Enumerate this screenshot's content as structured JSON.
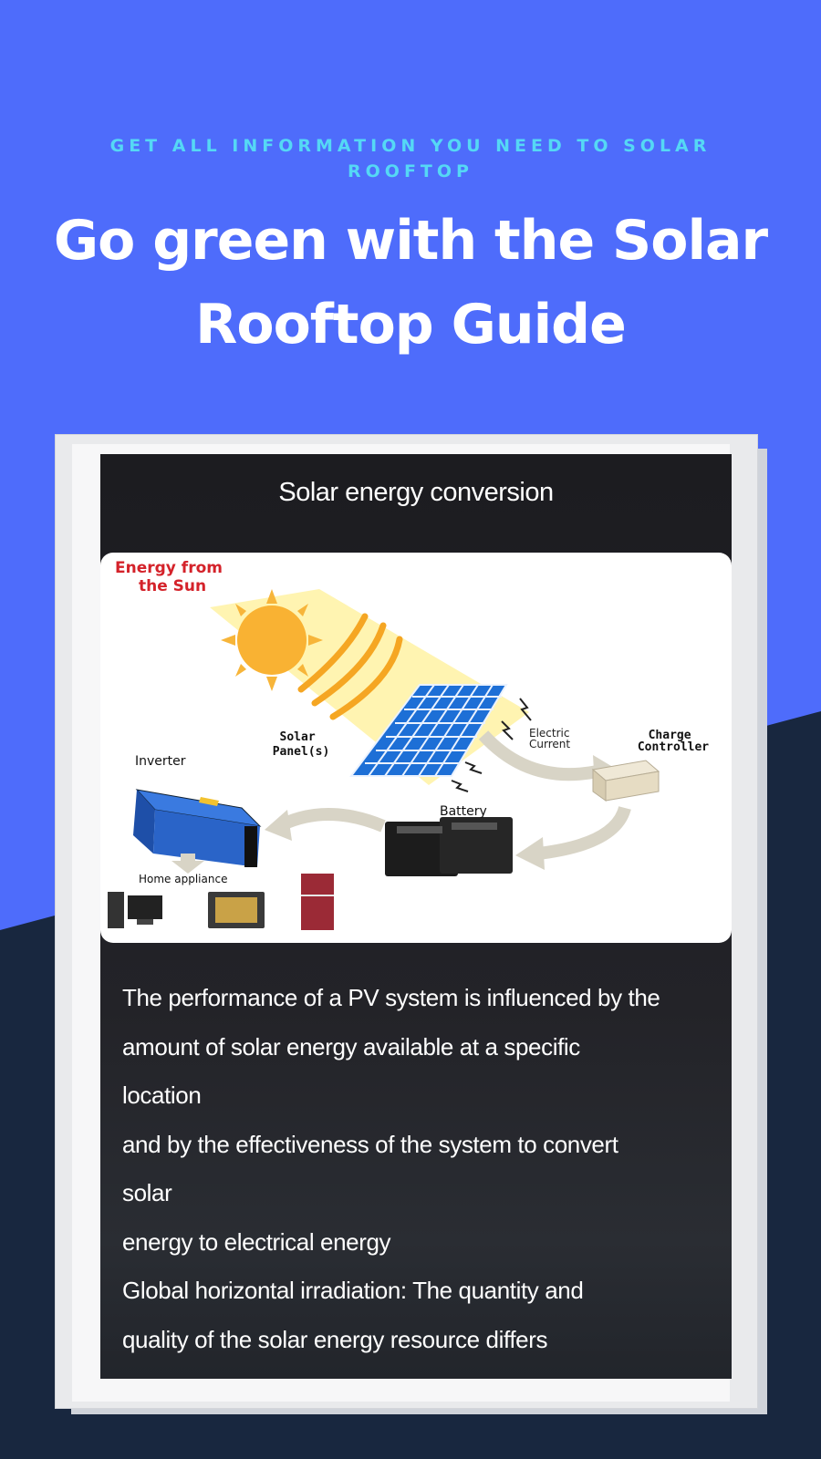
{
  "hero": {
    "tagline_line1": "GET ALL INFORMATION YOU NEED TO SOLAR",
    "tagline_line2": "ROOFTOP",
    "title_line1": "Go green with the Solar",
    "title_line2": "Rooftop Guide"
  },
  "screen": {
    "title": "Solar energy conversion",
    "diagram": {
      "sun_label_line1": "Energy from",
      "sun_label_line2": "the Sun",
      "panel_label_line1": "Solar",
      "panel_label_line2": "Panel(s)",
      "current_label_line1": "Electric",
      "current_label_line2": "Current",
      "controller_label_line1": "Charge",
      "controller_label_line2": "Controller",
      "inverter_label": "Inverter",
      "battery_label": "Battery",
      "appliance_label": "Home appliance"
    },
    "paragraph_lines": [
      "The performance of a PV system is influenced by the",
      "amount of solar energy available at a specific",
      "location",
      "and by the effectiveness of the system to convert",
      "solar",
      "energy to electrical energy",
      "Global horizontal irradiation: The quantity and",
      "quality of the solar energy resource differs"
    ]
  },
  "colors": {
    "hero_blue": "#4e6cfb",
    "dark_navy": "#18273f",
    "tagline_cyan": "#55d8f5"
  }
}
